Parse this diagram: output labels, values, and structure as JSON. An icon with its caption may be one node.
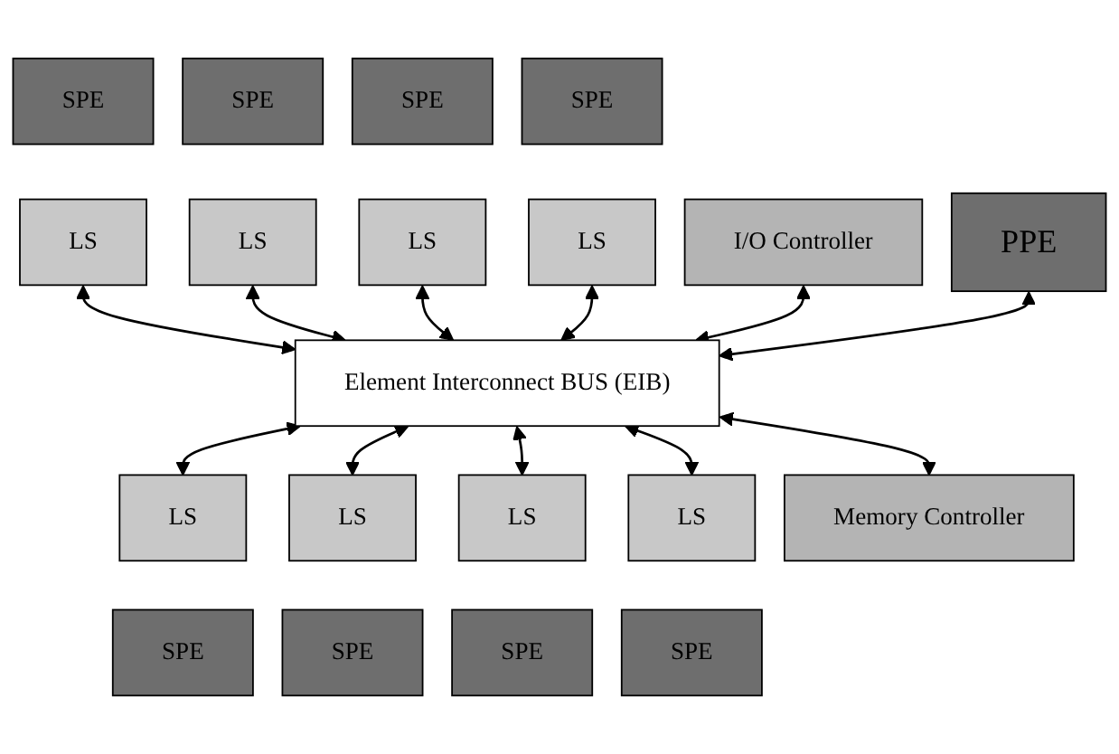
{
  "diagram": {
    "nodes": [
      {
        "text": [
          "I/O Controller"
        ]
      },
      {
        "text": [
          "SPE"
        ]
      },
      {
        "text": [
          "SPE"
        ]
      },
      {
        "text": [
          "SPE"
        ]
      },
      {
        "text": [
          "SPE"
        ]
      },
      {
        "text": [
          "LS"
        ]
      },
      {
        "text": [
          "LS"
        ]
      },
      {
        "text": [
          "LS"
        ]
      },
      {
        "text": [
          "LS"
        ]
      },
      {
        "text": [
          "PPE"
        ]
      },
      {
        "text": [
          "Element Interconnect BUS (EIB)"
        ]
      },
      {
        "text": [
          "LS"
        ]
      },
      {
        "text": [
          "LS"
        ]
      },
      {
        "text": [
          "LS"
        ]
      },
      {
        "text": [
          "LS"
        ]
      },
      {
        "text": [
          "Memory Controller"
        ]
      },
      {
        "text": [
          "SPE"
        ]
      },
      {
        "text": [
          "SPE"
        ]
      },
      {
        "text": [
          "SPE"
        ]
      },
      {
        "text": [
          "SPE"
        ]
      }
    ],
    "edges": [
      {
        "from": 5,
        "to": 10,
        "arrow": "both"
      },
      {
        "from": 6,
        "to": 10,
        "arrow": "both"
      },
      {
        "from": 7,
        "to": 10,
        "arrow": "both"
      },
      {
        "from": 8,
        "to": 10,
        "arrow": "both"
      },
      {
        "from": 0,
        "to": 10,
        "arrow": "both"
      },
      {
        "from": 9,
        "to": 10,
        "arrow": "both"
      },
      {
        "from": 10,
        "to": 15,
        "arrow": "both"
      },
      {
        "from": 10,
        "to": 11,
        "arrow": "both"
      },
      {
        "from": 10,
        "to": 12,
        "arrow": "both"
      },
      {
        "from": 10,
        "to": 13,
        "arrow": "both"
      },
      {
        "from": 10,
        "to": 14,
        "arrow": "both"
      }
    ]
  }
}
